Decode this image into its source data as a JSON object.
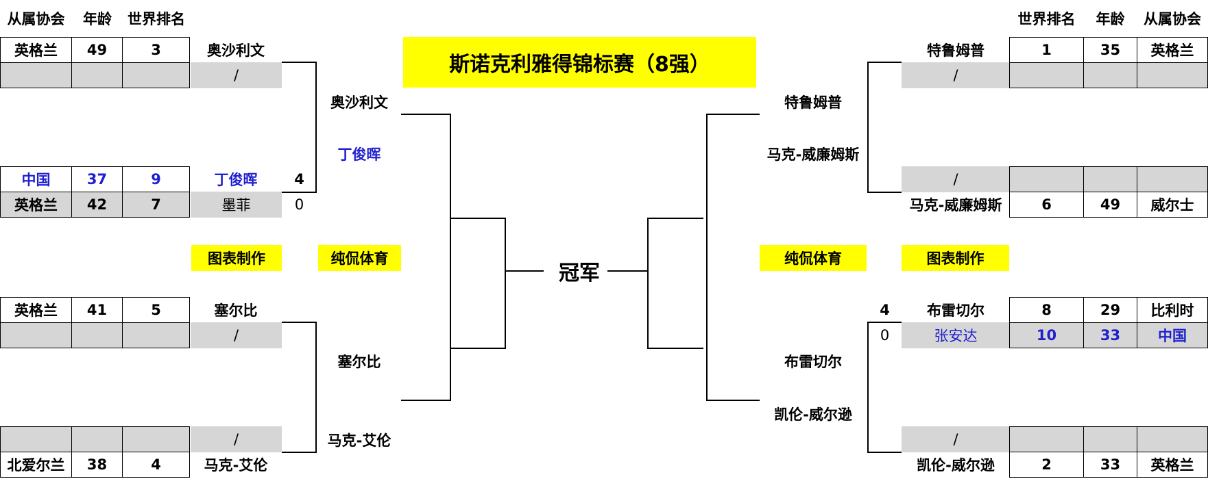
{
  "title": "斯诺克利雅得锦标赛（8强）",
  "champion_label": "冠军",
  "headers": {
    "association": "从属协会",
    "age": "年龄",
    "rank": "世界排名"
  },
  "watermarks": {
    "chart_credit": "图表制作",
    "source_credit": "纯侃体育"
  },
  "bye": "/",
  "left": {
    "m1": {
      "p1": {
        "assoc": "英格兰",
        "age": "49",
        "rank": "3",
        "name": "奥沙利文"
      },
      "p2": {
        "assoc": "",
        "age": "",
        "rank": "",
        "name": "/"
      },
      "winner": "奥沙利文"
    },
    "m2": {
      "p1": {
        "assoc": "中国",
        "age": "37",
        "rank": "9",
        "name": "丁俊晖",
        "score": "4"
      },
      "p2": {
        "assoc": "英格兰",
        "age": "42",
        "rank": "7",
        "name": "墨菲",
        "score": "0"
      },
      "winner": "丁俊晖"
    },
    "m3": {
      "p1": {
        "assoc": "英格兰",
        "age": "41",
        "rank": "5",
        "name": "塞尔比"
      },
      "p2": {
        "assoc": "",
        "age": "",
        "rank": "",
        "name": "/"
      },
      "winner": "塞尔比"
    },
    "m4": {
      "p1": {
        "assoc": "",
        "age": "",
        "rank": "",
        "name": "/"
      },
      "p2": {
        "assoc": "北爱尔兰",
        "age": "38",
        "rank": "4",
        "name": "马克-艾伦"
      },
      "winner": "马克-艾伦"
    }
  },
  "right": {
    "m1": {
      "p1": {
        "assoc": "英格兰",
        "age": "35",
        "rank": "1",
        "name": "特鲁姆普"
      },
      "p2": {
        "assoc": "",
        "age": "",
        "rank": "",
        "name": "/"
      },
      "winner": "特鲁姆普"
    },
    "m2": {
      "p1": {
        "assoc": "",
        "age": "",
        "rank": "",
        "name": "/"
      },
      "p2": {
        "assoc": "威尔士",
        "age": "49",
        "rank": "6",
        "name": "马克-威廉姆斯"
      },
      "winner": "马克-威廉姆斯"
    },
    "m3": {
      "p1": {
        "assoc": "比利时",
        "age": "29",
        "rank": "8",
        "name": "布雷切尔",
        "score": "4"
      },
      "p2": {
        "assoc": "中国",
        "age": "33",
        "rank": "10",
        "name": "张安达",
        "score": "0"
      },
      "winner": "布雷切尔"
    },
    "m4": {
      "p1": {
        "assoc": "",
        "age": "",
        "rank": "",
        "name": "/"
      },
      "p2": {
        "assoc": "英格兰",
        "age": "33",
        "rank": "2",
        "name": "凯伦-威尔逊"
      },
      "winner": "凯伦-威尔逊"
    }
  }
}
